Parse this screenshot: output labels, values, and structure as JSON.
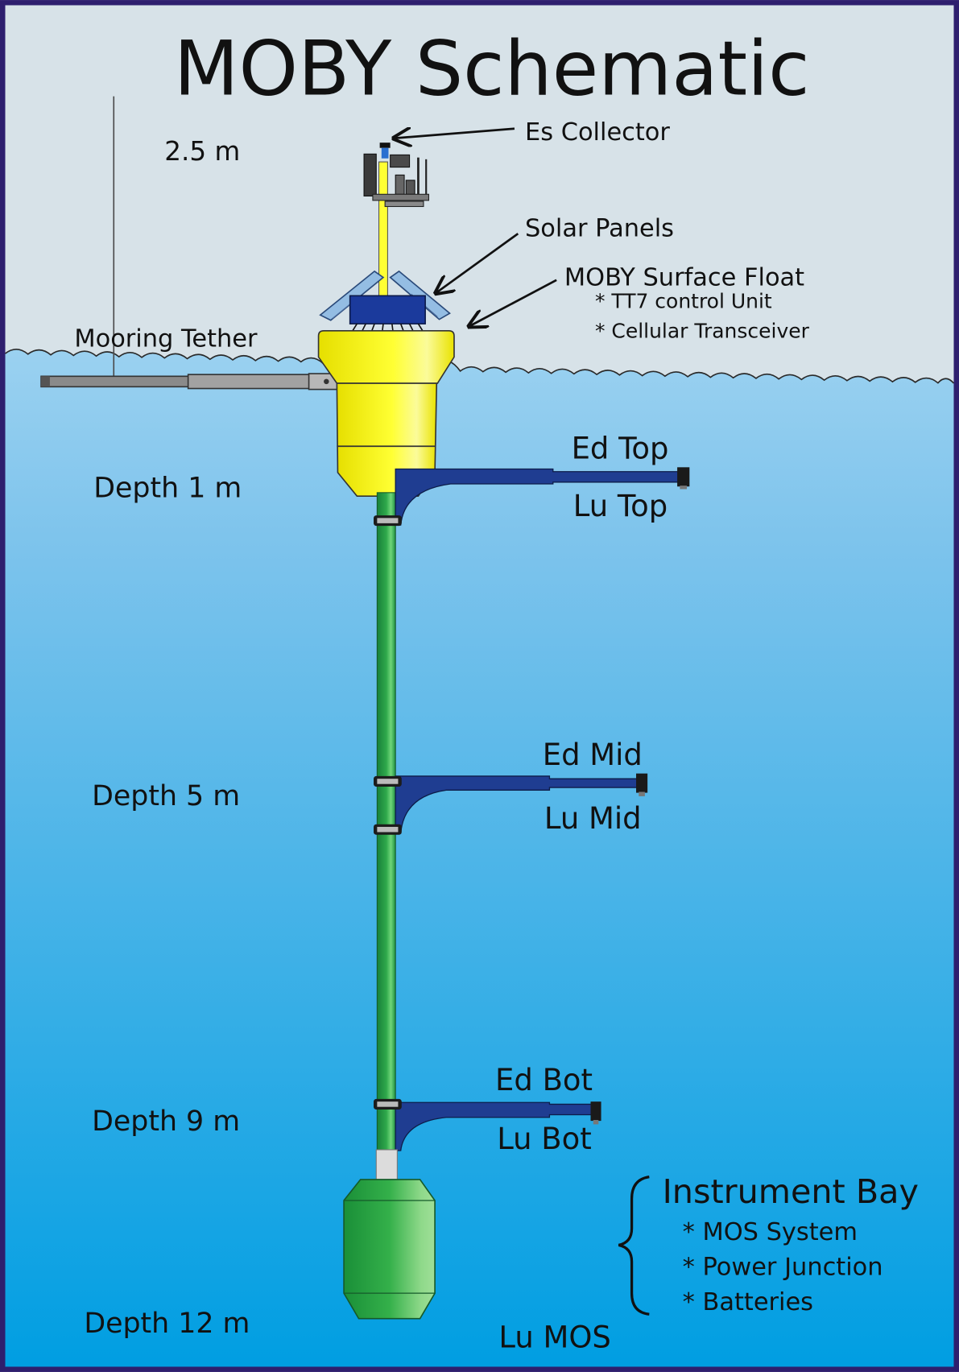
{
  "title": "MOBY Schematic",
  "top_labels": {
    "height": "2.5 m",
    "es_collector": "Es Collector",
    "solar_panels": "Solar Panels",
    "surface_float": "MOBY Surface Float",
    "float_items": [
      "* TT7 control Unit",
      "* Cellular Transceiver"
    ],
    "mooring_tether": "Mooring Tether"
  },
  "depths": [
    "Depth 1 m",
    "Depth 5 m",
    "Depth 9 m",
    "Depth 12 m"
  ],
  "arms": [
    {
      "ed": "Ed Top",
      "lu": "Lu Top"
    },
    {
      "ed": "Ed Mid",
      "lu": "Lu Mid"
    },
    {
      "ed": "Ed Bot",
      "lu": "Lu Bot"
    }
  ],
  "lu_mos": "Lu MOS",
  "instrument_bay": {
    "title": "Instrument Bay",
    "items": [
      "* MOS System",
      "* Power Junction",
      "* Batteries"
    ]
  },
  "colors": {
    "frame": "#2e1f6e",
    "sky": "#d7e2e8",
    "water_top": "#cfe9f7",
    "water_mid": "#7cc3ec",
    "water_bottom": "#009ee2",
    "float": "#ffff33",
    "arm": "#1f3d91",
    "pole": "#2fa84b",
    "bay": "#34b04a",
    "panel": "#94bde3",
    "control_box": "#1b3a9c"
  }
}
